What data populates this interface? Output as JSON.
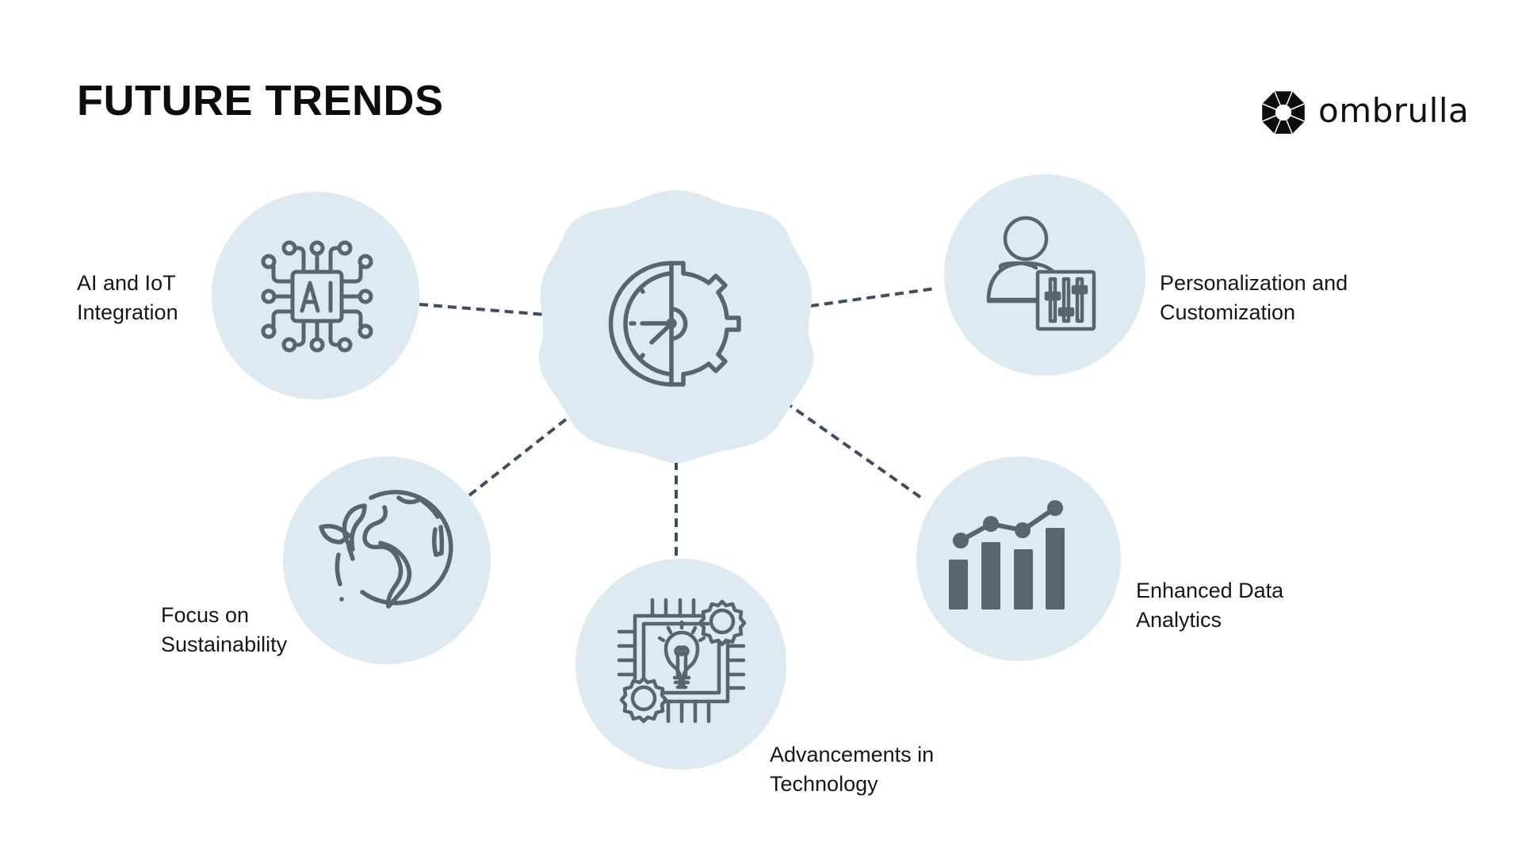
{
  "slide": {
    "title": "FUTURE TRENDS",
    "brand": {
      "name": "ombrulla",
      "logo_icon": "octagon-umbrella-logo-icon"
    }
  },
  "colors": {
    "background": "#ffffff",
    "bubble_fill": "#ddeaf1",
    "icon_stroke": "#58656c",
    "connector": "#3f4d60",
    "text": "#161616"
  },
  "hub": {
    "icon": "clock-gear-icon",
    "shape": "wavy-badge"
  },
  "trends": [
    {
      "id": "ai-iot",
      "icon": "ai-chip-icon",
      "label_lines": [
        "AI and IoT",
        "Integration"
      ]
    },
    {
      "id": "personalization",
      "icon": "user-sliders-icon",
      "label_lines": [
        "Personalization and",
        "Customization"
      ]
    },
    {
      "id": "sustainability",
      "icon": "earth-leaf-icon",
      "label_lines": [
        "Focus on",
        "Sustainability"
      ]
    },
    {
      "id": "technology",
      "icon": "chip-lightbulb-gears-icon",
      "label_lines": [
        "Advancements in",
        "Technology"
      ]
    },
    {
      "id": "data-analytics",
      "icon": "bar-line-chart-icon",
      "label_lines": [
        "Enhanced Data",
        "Analytics"
      ]
    }
  ]
}
